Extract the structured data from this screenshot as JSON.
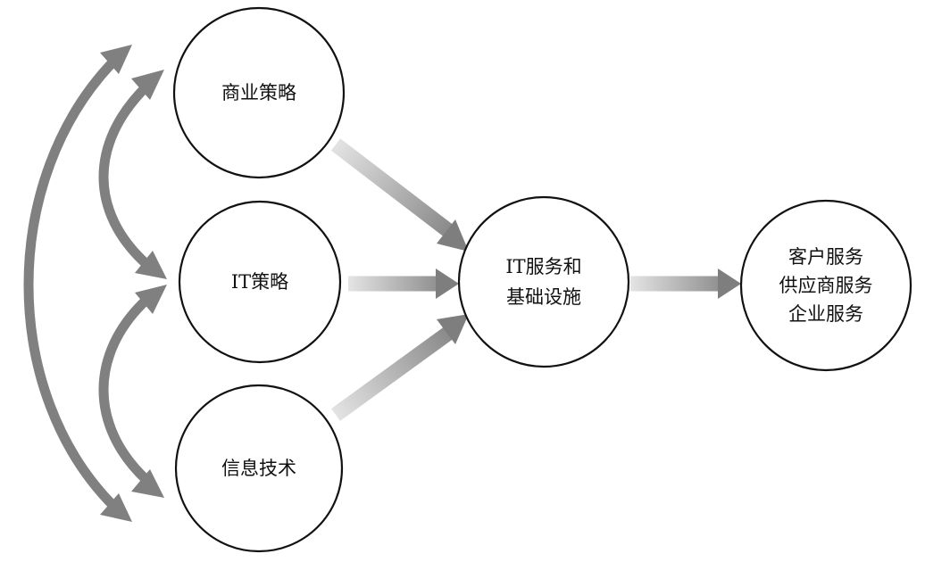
{
  "nodes": {
    "business_strategy": "商业策略",
    "it_strategy": "IT策略",
    "information_technology": "信息技术",
    "it_services": {
      "line1": "IT服务和",
      "line2": "基础设施"
    },
    "outcomes": {
      "line1": "客户服务",
      "line2": "供应商服务",
      "line3": "企业服务"
    }
  },
  "colors": {
    "arrow_dark": "#808080",
    "arrow_light": "#e2e2e2",
    "outline": "#111111",
    "background": "#ffffff"
  }
}
